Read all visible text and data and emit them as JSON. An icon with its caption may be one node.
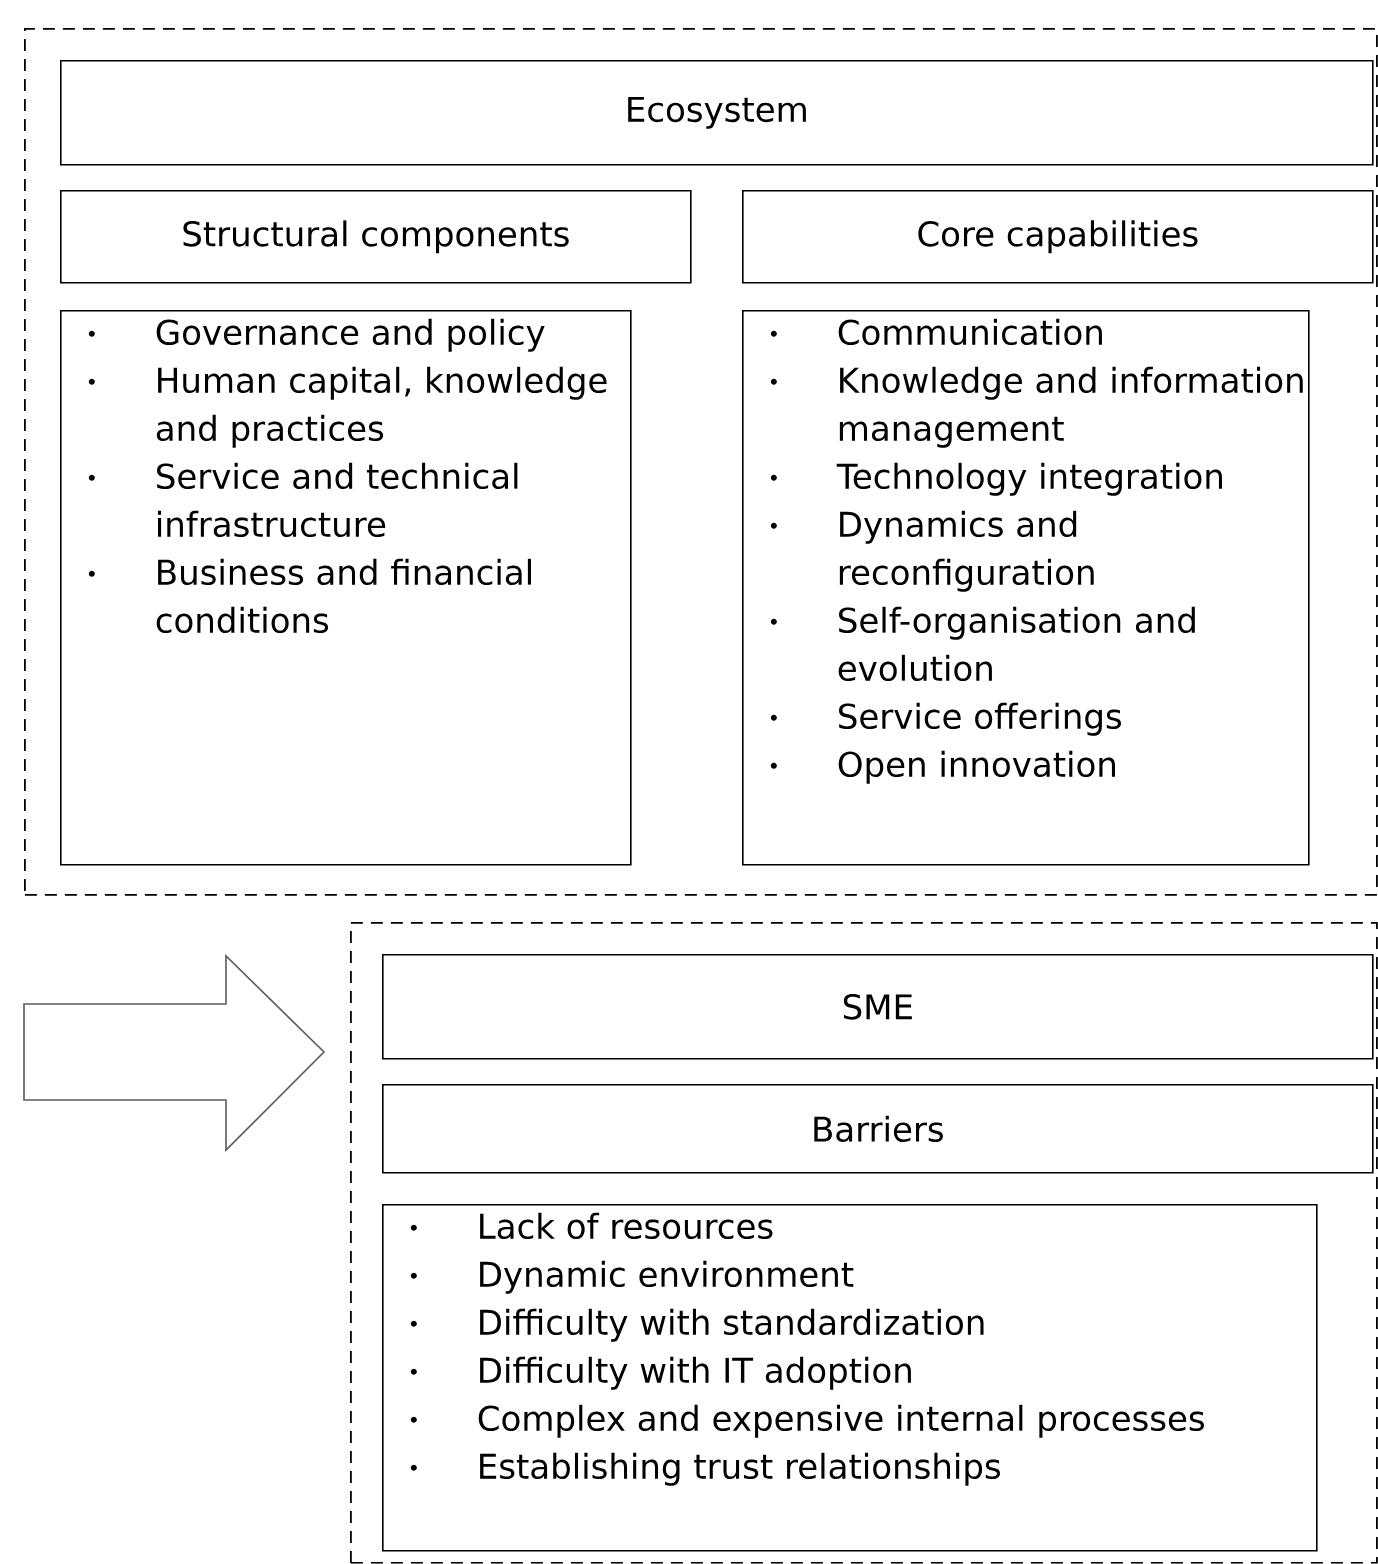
{
  "diagram": {
    "nodes": [
      {
        "text": [],
        "shape": "box"
      },
      {
        "text": [
          "Ecosystem"
        ],
        "in": 0
      },
      {
        "text": [
          "Structural components"
        ],
        "in": 0
      },
      {
        "text": [
          "Core capabilities"
        ],
        "in": 0
      },
      {
        "text": [
          "Governance and policy",
          "Human capital, knowledge and practices",
          "Service and technical infrastructure",
          "Business and financial conditions"
        ],
        "in": 0
      },
      {
        "text": [
          "Communication",
          "Knowledge and information management",
          "Technology integration",
          "Dynamics and reconfiguration",
          "Self-organisation and evolution",
          "Service offerings",
          "Open innovation"
        ],
        "in": 0
      },
      {
        "text": [],
        "shape": "box"
      },
      {
        "text": [
          "SME"
        ],
        "in": 6
      },
      {
        "text": [
          "Barriers"
        ],
        "in": 6
      },
      {
        "text": [
          "Lack of resources",
          "Dynamic environment",
          "Difficulty with standardization",
          "Difficulty with IT adoption",
          "Complex and expensive internal processes",
          "Establishing trust relationships"
        ],
        "in": 6
      }
    ],
    "edges": [
      {
        "from": null,
        "to": 6,
        "arrow": "to"
      }
    ]
  }
}
